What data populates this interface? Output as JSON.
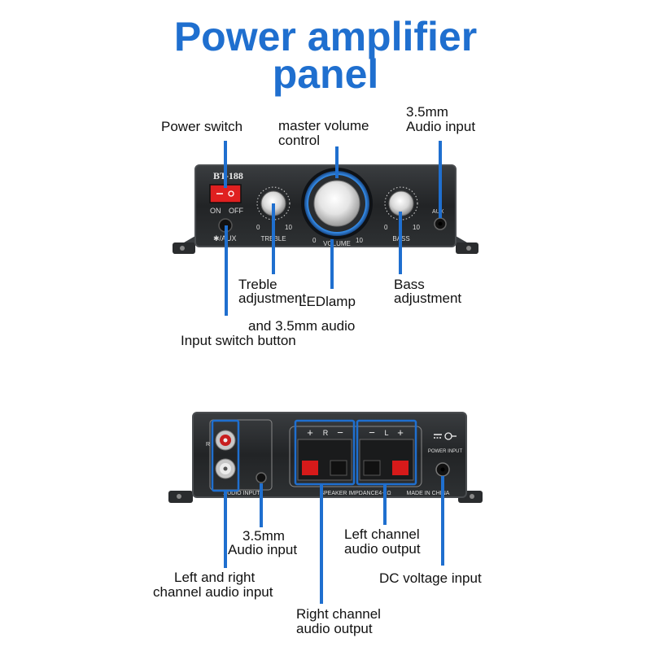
{
  "title": {
    "line1": "Power amplifier",
    "line2": "panel"
  },
  "colors": {
    "title": "#1f6fcf",
    "callout": "#1f6fcf",
    "panel": "#222425",
    "panel_edge": "#4a4d50",
    "led": "#3a9bff",
    "switch": "#e02020"
  },
  "front_panel": {
    "model": "BT-188",
    "switch_on": "ON",
    "switch_off": "OFF",
    "aux_button": "✱/AUX",
    "treble": {
      "label": "TREBLE",
      "min": "0",
      "max": "10"
    },
    "volume": {
      "label": "VOLUME",
      "min": "0",
      "max": "10"
    },
    "bass": {
      "label": "BASS",
      "min": "0",
      "max": "10"
    },
    "aux_jack": "AUX"
  },
  "back_panel": {
    "audio_input": "AUDIO INPUT",
    "r_mark": "R",
    "l_mark": "L",
    "plus": "+",
    "minus": "−",
    "speaker_text": "SPEAKER IMPDANCE4-8Ω",
    "made_in": "MADE IN CHINA",
    "power_input": "POWER INPUT"
  },
  "labels": {
    "power_switch": "Power switch",
    "master_volume_1": "master volume",
    "master_volume_2": "control",
    "audio_input_front_1": "3.5mm",
    "audio_input_front_2": "Audio input",
    "treble_1": "Treble",
    "treble_2": "adjustment",
    "led_lamp": "LEDlamp",
    "bass_1": "Bass",
    "bass_2": "adjustment",
    "switch_button_1": "and 3.5mm audio",
    "switch_button_2": "Input switch button",
    "audio_input_back_1": "3.5mm",
    "audio_input_back_2": "Audio input",
    "left_output_1": "Left channel",
    "left_output_2": "audio output",
    "lr_input_1": "Left and right",
    "lr_input_2": "channel audio input",
    "dc_input": "DC voltage input",
    "right_output_1": "Right channel",
    "right_output_2": "audio output"
  }
}
